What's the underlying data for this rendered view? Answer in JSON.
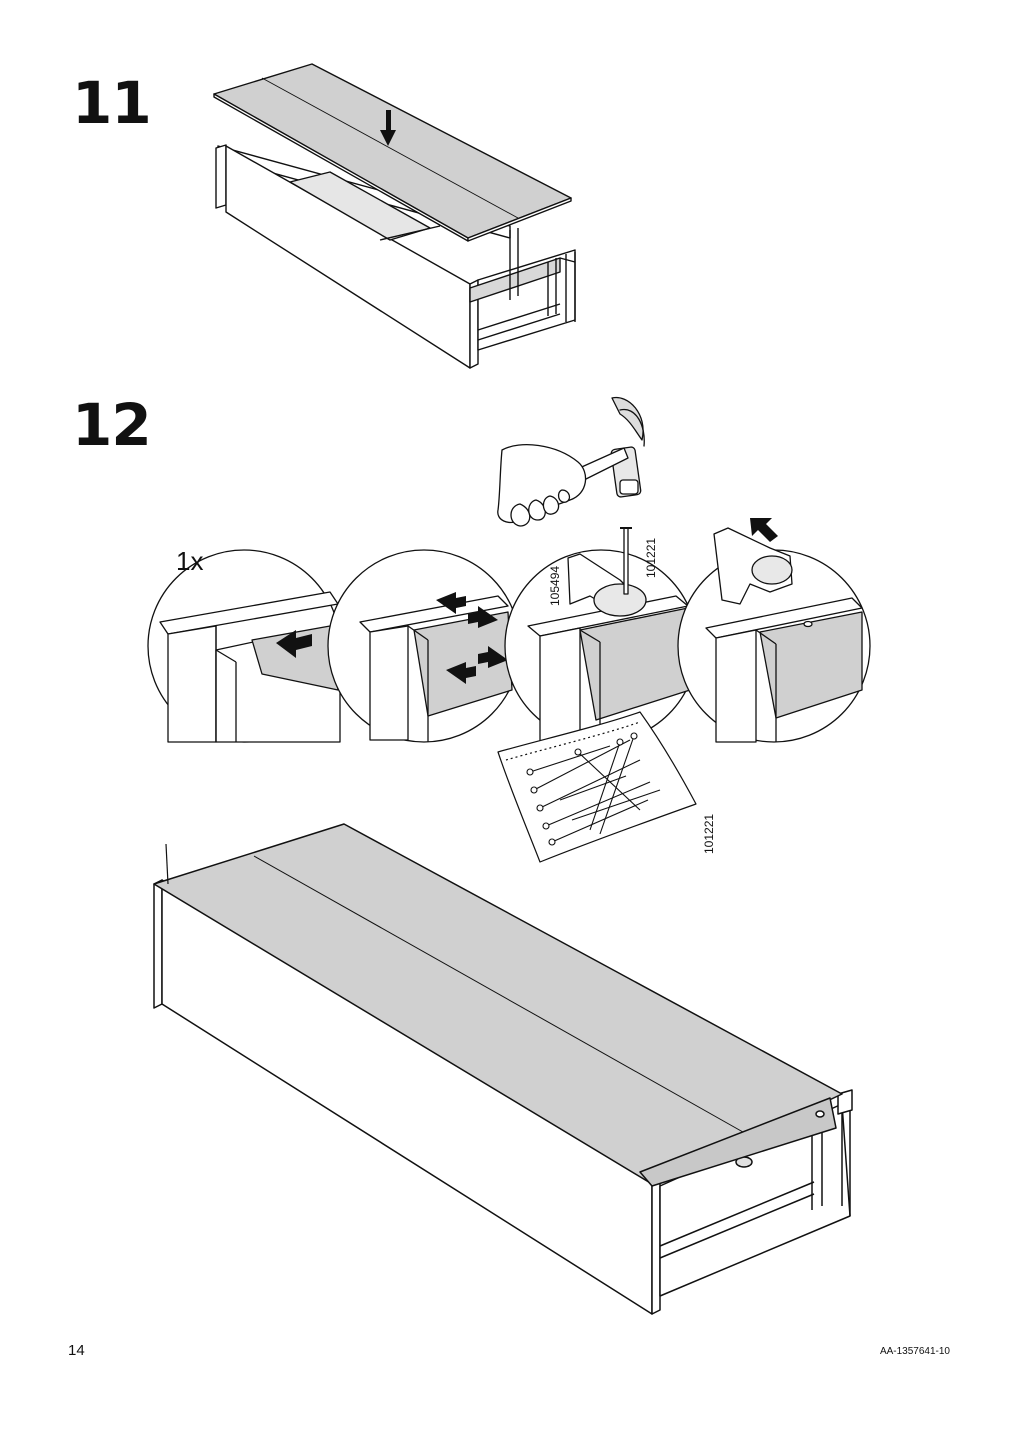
{
  "steps": {
    "step11": "11",
    "step12": "12"
  },
  "detail": {
    "quantity": "1x",
    "part_105494": "105494",
    "part_101221_a": "101221",
    "part_101221_b": "101221"
  },
  "footer": {
    "page_number": "14",
    "doc_code": "AA-1357641-10"
  }
}
